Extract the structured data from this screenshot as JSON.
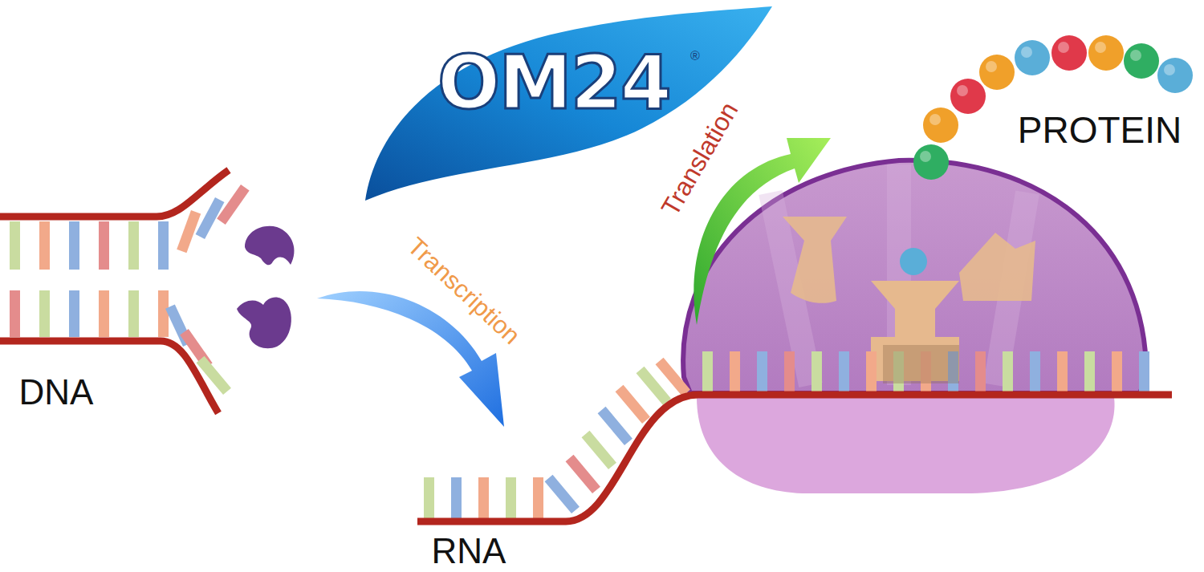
{
  "diagram": {
    "labels": [
      "OM24",
      "®",
      "Translation",
      "PROTEIN",
      "Transcription",
      "DNA",
      "RNA"
    ]
  }
}
